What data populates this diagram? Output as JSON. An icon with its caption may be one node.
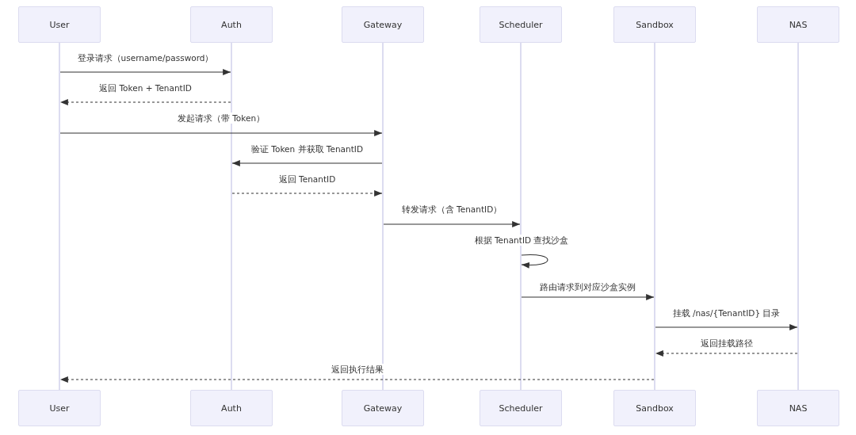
{
  "diagram": {
    "nodes": [
      {
        "text": [
          "User"
        ]
      },
      {
        "text": [
          "Auth"
        ]
      },
      {
        "text": [
          "Gateway"
        ]
      },
      {
        "text": [
          "Scheduler"
        ]
      },
      {
        "text": [
          "Sandbox"
        ]
      },
      {
        "text": [
          "NAS"
        ]
      },
      {
        "text": [],
        "shape": "bar"
      },
      {
        "text": [],
        "shape": "bar"
      },
      {
        "text": [],
        "shape": "bar"
      },
      {
        "text": [],
        "shape": "bar"
      },
      {
        "text": [],
        "shape": "bar"
      },
      {
        "text": [],
        "shape": "bar"
      },
      {
        "text": [
          "User"
        ]
      },
      {
        "text": [
          "Auth"
        ]
      },
      {
        "text": [
          "Gateway"
        ]
      },
      {
        "text": [
          "Scheduler"
        ]
      },
      {
        "text": [
          "Sandbox"
        ]
      },
      {
        "text": [
          "NAS"
        ]
      }
    ],
    "edges": [
      {
        "from": 6,
        "to": 7,
        "arrow": "to",
        "label": "登录请求（username/password）"
      },
      {
        "from": 7,
        "to": 6,
        "arrow": "to",
        "label": "返回 Token + TenantID",
        "style": "dashed"
      },
      {
        "from": 6,
        "to": 8,
        "arrow": "to",
        "label": "发起请求（带 Token）"
      },
      {
        "from": 8,
        "to": 7,
        "arrow": "to",
        "label": "验证 Token 并获取 TenantID"
      },
      {
        "from": 7,
        "to": 8,
        "arrow": "to",
        "label": "返回 TenantID",
        "style": "dashed"
      },
      {
        "from": 8,
        "to": 9,
        "arrow": "to",
        "label": "转发请求（含 TenantID）"
      },
      {
        "from": 9,
        "to": 9,
        "arrow": "to",
        "label": "根据 TenantID 查找沙盒"
      },
      {
        "from": 9,
        "to": 10,
        "arrow": "to",
        "label": "路由请求到对应沙盒实例"
      },
      {
        "from": 10,
        "to": 11,
        "arrow": "to",
        "label": "挂载 /nas/{TenantID} 目录"
      },
      {
        "from": 11,
        "to": 10,
        "arrow": "to",
        "label": "返回挂载路径",
        "style": "dashed"
      },
      {
        "from": 10,
        "to": 6,
        "arrow": "to",
        "label": "返回执行结果",
        "style": "dashed"
      }
    ]
  }
}
